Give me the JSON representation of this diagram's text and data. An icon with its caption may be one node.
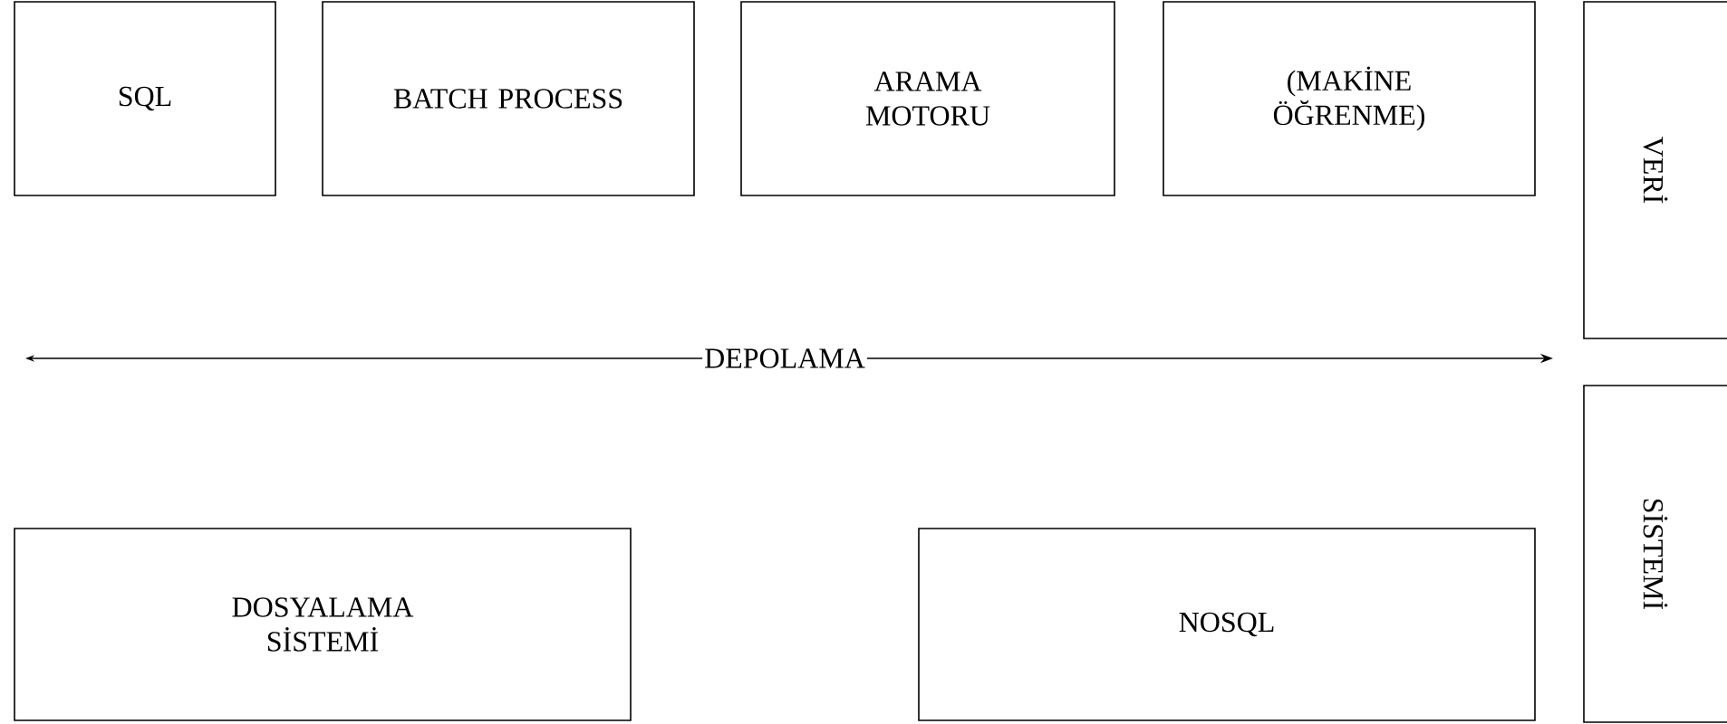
{
  "diagram": {
    "nodes": [
      {
        "text": [
          "SQL"
        ]
      },
      {
        "text": [
          "BATCH PROCESS"
        ]
      },
      {
        "text": [
          "ARAMA MOTORU"
        ]
      },
      {
        "text": [
          "(MAKİNE ÖĞRENME)"
        ]
      },
      {
        "text": [
          "VERİ"
        ]
      },
      {
        "text": [
          "DOSYALAMA SİSTEMİ"
        ]
      },
      {
        "text": [
          "NOSQL"
        ]
      },
      {
        "text": [
          "SİSTEMİ"
        ]
      }
    ],
    "labels": [
      "DEPOLAMA"
    ]
  }
}
